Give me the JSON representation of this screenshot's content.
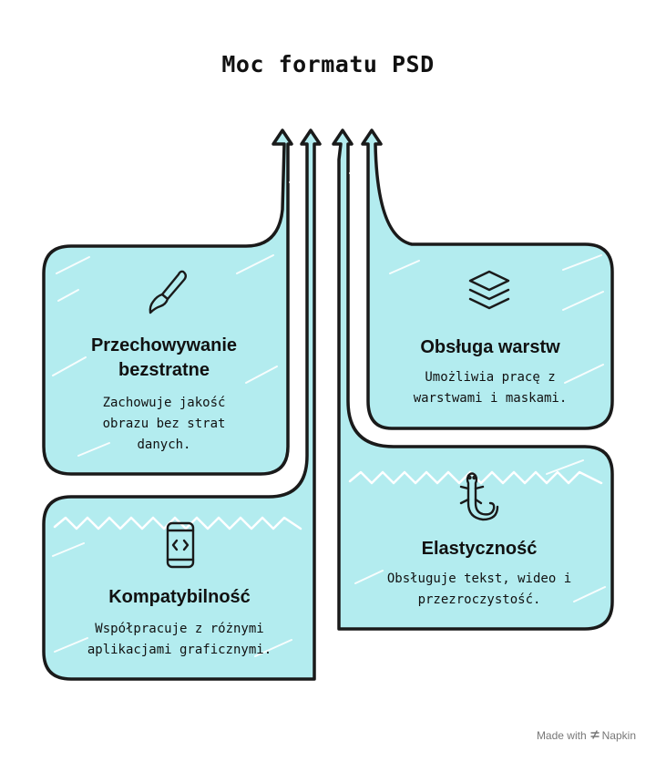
{
  "title": "Moc formatu PSD",
  "colors": {
    "fill": "#b3ecef",
    "stroke": "#1a1a1a"
  },
  "cards": [
    {
      "id": "lossless",
      "icon": "brush-icon",
      "title_line1": "Przechowywanie",
      "title_line2": "bezstratne",
      "text_line1": "Zachowuje jakość",
      "text_line2": "obrazu bez strat",
      "text_line3": "danych."
    },
    {
      "id": "layers",
      "icon": "layers-icon",
      "title_line1": "Obsługa warstw",
      "text_line1": "Umożliwia pracę z",
      "text_line2": "warstwami i maskami."
    },
    {
      "id": "compat",
      "icon": "phone-code-icon",
      "title_line1": "Kompatybilność",
      "text_line1": "Współpracuje z różnymi",
      "text_line2": "aplikacjami graficznymi."
    },
    {
      "id": "flex",
      "icon": "salamander-icon",
      "title_line1": "Elastyczność",
      "text_line1": "Obsługuje tekst, wideo i",
      "text_line2": "przezroczystość."
    }
  ],
  "footer": {
    "made_with": "Made with",
    "brand": "Napkin"
  }
}
